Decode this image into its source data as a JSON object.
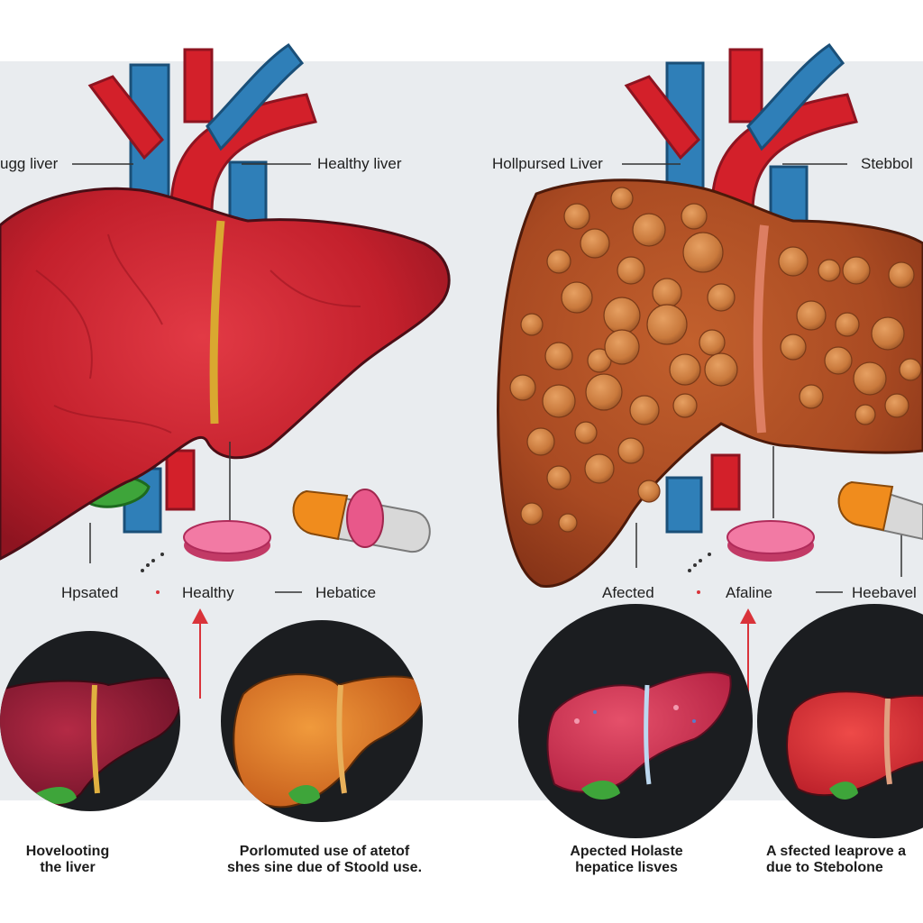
{
  "labels": {
    "left_top_left": "ugg liver",
    "left_top_right": "Healthy liver",
    "right_top_left": "Hollpursed Liver",
    "right_top_right": "Stebbol",
    "left_mid_1": "Hpsated",
    "left_mid_2": "Healthy",
    "left_mid_3": "Hebatice",
    "right_mid_1": "Afected",
    "right_mid_2": "Afaline",
    "right_mid_3": "Heebavel"
  },
  "captions": {
    "c1_line1": "Hovelooting",
    "c1_line2": "the liver",
    "c2_line1": "Porlomuted use of atetof",
    "c2_line2": "shes sine due of Stoold use.",
    "c3_line1": "Apected Holaste",
    "c3_line2": "hepatice lisves",
    "c4_line1": "A sfected leaprove a",
    "c4_line2": "due to Stebolone"
  },
  "colors": {
    "background": "#e9ecef",
    "healthy_liver": "#c3202c",
    "diseased_liver": "#a94a22",
    "nodule": "#c9793c",
    "vein": "#2f7fb8",
    "artery": "#d3202a",
    "pill_pink": "#e8588a",
    "arrow": "#d9333a",
    "circle_bg": "#1b1d20"
  }
}
